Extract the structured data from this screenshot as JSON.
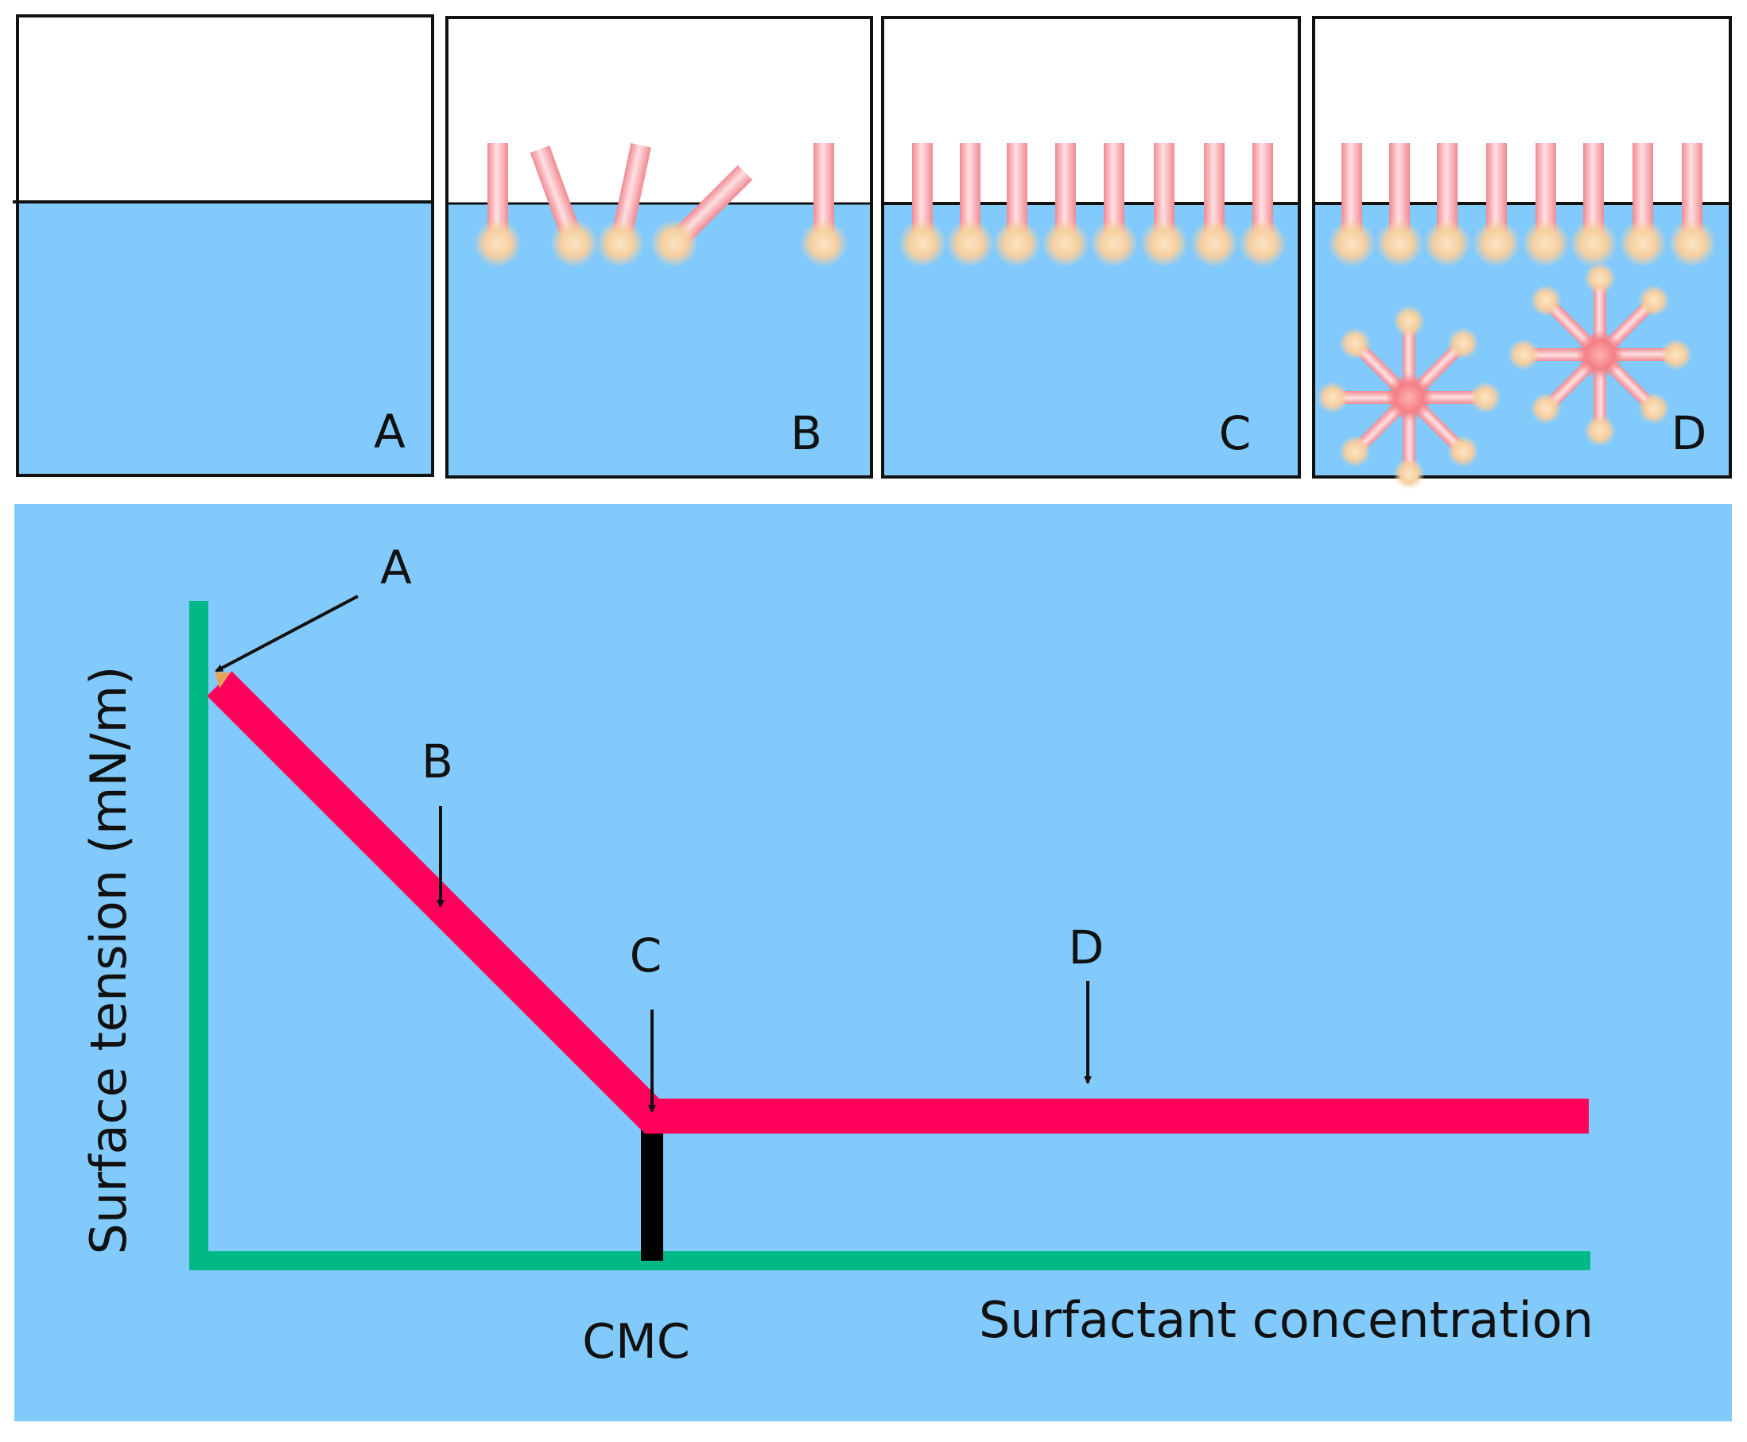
{
  "panels": [
    {
      "id": "A",
      "label": "A"
    },
    {
      "id": "B",
      "label": "B"
    },
    {
      "id": "C",
      "label": "C"
    },
    {
      "id": "D",
      "label": "D"
    }
  ],
  "chart": {
    "ylabel": "Surface tension (mN/m)",
    "xlabel": "Surfactant concentration",
    "cmc_label": "CMC",
    "points": [
      {
        "id": "A",
        "label": "A"
      },
      {
        "id": "B",
        "label": "B"
      },
      {
        "id": "C",
        "label": "C"
      },
      {
        "id": "D",
        "label": "D"
      }
    ]
  },
  "colors": {
    "water": "#82CAFB",
    "air": "#ffffff",
    "frame": "#111111",
    "tail": "#F4A4A8",
    "head": "#F6CFA0",
    "axis": "#00B987",
    "curve": "#FF005A",
    "cmc_marker": "#000000"
  },
  "icons": [
    "surfactant-molecule-icon",
    "micelle-icon",
    "arrow-down-icon"
  ]
}
